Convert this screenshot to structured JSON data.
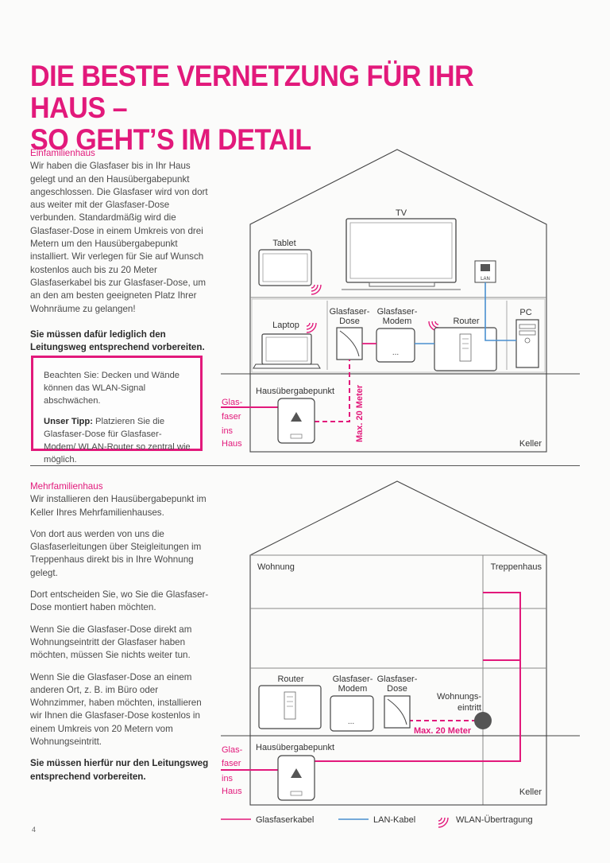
{
  "title_line1": "DIE BESTE VERNETZUNG FÜR IHR HAUS –",
  "title_line2": "SO GEHT’S IM DETAIL",
  "einfamilienhaus": {
    "heading": "Einfamilienhaus",
    "p1": "Wir haben die Glasfaser bis in Ihr Haus gelegt und an den Hausübergabepunkt angeschlossen. Die Glasfaser wird von dort aus weiter mit der Glasfaser-Dose verbunden. Standardmäßig wird die Glasfaser-Dose in einem Umkreis von drei Metern um den Hausübergabepunkt installiert. Wir verlegen für Sie auf Wunsch kostenlos auch bis zu 20 Meter Glasfaserkabel bis zur Glasfaser-Dose, um an den am besten geeigneten Platz Ihrer Wohnräume zu gelangen!",
    "bold": "Sie müssen dafür lediglich den Leitungsweg entsprechend vorbereiten.",
    "tip_p1": "Beachten Sie: Decken und Wände können das WLAN-Signal abschwächen.",
    "tip_label": "Unser Tipp:",
    "tip_p2": " Platzieren Sie die Glasfaser-Dose für Glasfaser-Modem/ WLAN-Router so zentral wie möglich."
  },
  "mehrfamilienhaus": {
    "heading": "Mehrfamilienhaus",
    "p1": "Wir installieren den Hausübergabepunkt im Keller Ihres Mehrfamilienhauses.",
    "p2": "Von dort aus werden von uns die Glasfaserleitungen über Steigleitungen im Treppenhaus direkt bis in Ihre Wohnung gelegt.",
    "p3": "Dort entscheiden Sie, wo Sie die Glasfaser-Dose montiert haben möchten.",
    "p4": "Wenn Sie die Glasfaser-Dose direkt am Wohnungseintritt der Glasfaser haben möchten, müssen Sie nichts weiter tun.",
    "p5": "Wenn Sie die Glasfaser-Dose an einem anderen Ort, z. B. im Büro oder Wohnzimmer, haben möchten, installieren wir Ihnen die Glasfaser-Dose kostenlos in einem Umkreis von 20 Metern vom Wohnungseintritt.",
    "bold": "Sie müssen hierfür nur den Leitungsweg entsprechend vorbereiten."
  },
  "diagram1": {
    "tv": "TV",
    "tablet": "Tablet",
    "lan": "LAN",
    "laptop": "Laptop",
    "gf_dose_1": "Glasfaser-",
    "gf_dose_2": "Dose",
    "gf_modem_1": "Glasfaser-",
    "gf_modem_2": "Modem",
    "router": "Router",
    "pc": "PC",
    "hup": "Hausübergabepunkt",
    "max": "Max. 20 Meter",
    "side_1": "Glas-",
    "side_2": "faser",
    "side_3": "ins",
    "side_4": "Haus",
    "keller": "Keller"
  },
  "diagram2": {
    "wohnung": "Wohnung",
    "treppenhaus": "Treppenhaus",
    "router": "Router",
    "gf_modem_1": "Glasfaser-",
    "gf_modem_2": "Modem",
    "gf_dose_1": "Glasfaser-",
    "gf_dose_2": "Dose",
    "wohnungs_1": "Wohnungs-",
    "wohnungs_2": "eintritt",
    "max": "Max. 20 Meter",
    "hup": "Hausübergabepunkt",
    "side_1": "Glas-",
    "side_2": "faser",
    "side_3": "ins",
    "side_4": "Haus",
    "keller": "Keller"
  },
  "legend": {
    "glasfaser": "Glasfaserkabel",
    "lan": "LAN-Kabel",
    "wlan": "WLAN-Übertragung"
  },
  "page_number": "4",
  "colors": {
    "magenta": "#e2197b",
    "lan_blue": "#4a90d0"
  }
}
